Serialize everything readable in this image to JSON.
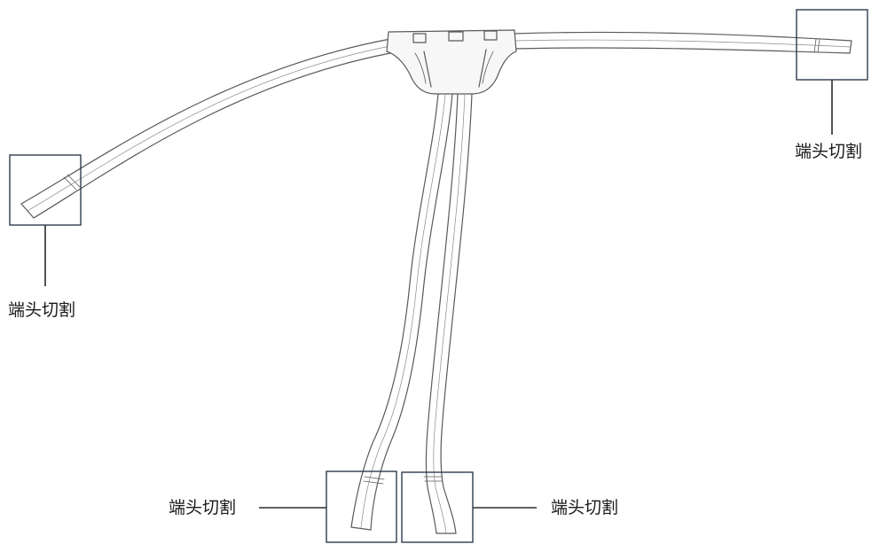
{
  "callouts": {
    "top_right": "端头切割",
    "left": "端头切割",
    "bottom_left": "端头切割",
    "bottom_right": "端头切割"
  },
  "colors": {
    "part_outline": "#5a5a5a",
    "part_fill": "#f7f7f7",
    "callout_box": "#2f3b4c",
    "leader": "#2b2b2b"
  }
}
